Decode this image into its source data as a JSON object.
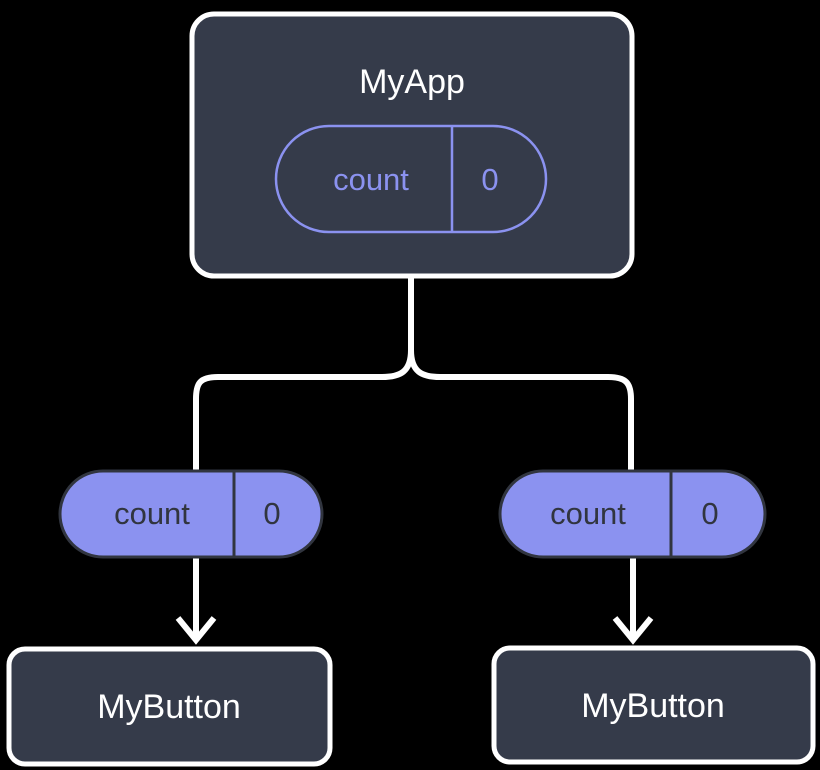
{
  "diagram": {
    "type": "component-tree",
    "background_color": "#000000",
    "colors": {
      "node_fill": "#353b4a",
      "node_border": "#ffffff",
      "node_text": "#ffffff",
      "pill_fill": "#8b92f0",
      "pill_stroke": "#8b92f0",
      "pill_text_on_fill": "#31353f",
      "pill_text_outline": "#8b92f0",
      "connector": "#ffffff"
    },
    "nodes": {
      "root": {
        "label": "MyApp",
        "prop": {
          "name": "count",
          "value": "0",
          "style": "outlined"
        }
      },
      "children": [
        {
          "label": "MyButton",
          "prop": {
            "name": "count",
            "value": "0",
            "style": "filled"
          }
        },
        {
          "label": "MyButton",
          "prop": {
            "name": "count",
            "value": "0",
            "style": "filled"
          }
        }
      ]
    },
    "connectors": {
      "fork_from": "root",
      "arrow_style": "chevron-down",
      "arrow_count": 2
    }
  }
}
